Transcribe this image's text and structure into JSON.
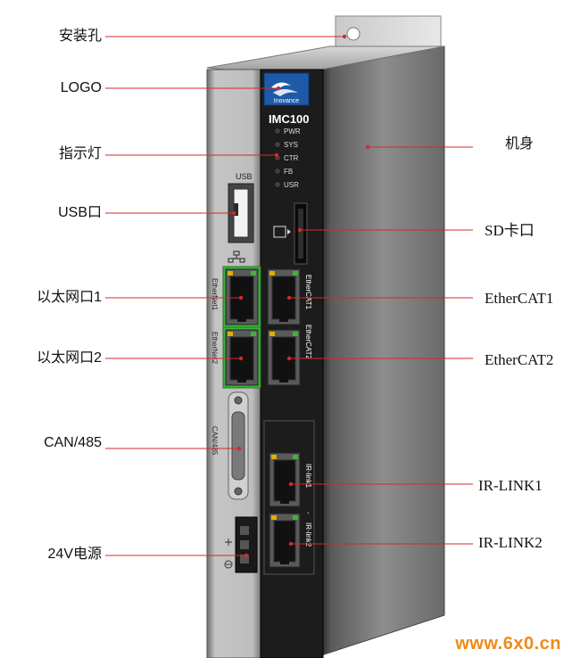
{
  "device": {
    "model": "IMC100",
    "brand": "Inovance",
    "leds": [
      "PWR",
      "SYS",
      "CTR",
      "FB",
      "USR"
    ],
    "usb_label": "USB",
    "ethernet_labels": [
      "EtherNet1",
      "EtherNet2"
    ],
    "ethercat_labels": [
      "EtherCAT1",
      "EtherCAT2"
    ],
    "can_label": "CAN/485",
    "irlink_labels": [
      "IR-link1",
      "IR-link2"
    ],
    "irlink_separator": "-"
  },
  "callouts_left": [
    {
      "name": "mounting-hole",
      "label": "安装孔"
    },
    {
      "name": "logo",
      "label": "LOGO"
    },
    {
      "name": "indicator-lights",
      "label": "指示灯"
    },
    {
      "name": "usb-port",
      "label": "USB口"
    },
    {
      "name": "ethernet-port-1",
      "label": "以太网口1"
    },
    {
      "name": "ethernet-port-2",
      "label": "以太网口2"
    },
    {
      "name": "can-485",
      "label": "CAN/485"
    },
    {
      "name": "power-24v",
      "label": "24V电源"
    }
  ],
  "callouts_right": [
    {
      "name": "body",
      "label": "机身"
    },
    {
      "name": "sd-slot",
      "label": "SD卡口"
    },
    {
      "name": "ethercat-1",
      "label": "EtherCAT1"
    },
    {
      "name": "ethercat-2",
      "label": "EtherCAT2"
    },
    {
      "name": "ir-link-1",
      "label": "IR-LINK1"
    },
    {
      "name": "ir-link-2",
      "label": "IR-LINK2"
    }
  ],
  "watermark": "www.6x0.cn",
  "colors": {
    "callout_line": "#d62828",
    "logo_blue": "#1f5aa8",
    "port_green": "#3db53d",
    "led_amber": "#e0b000",
    "watermark": "#ee8a1a"
  }
}
